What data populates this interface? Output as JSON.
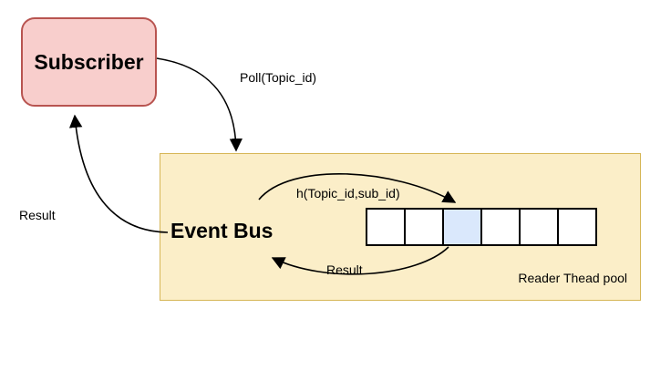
{
  "colors": {
    "subscriber-fill": "#F8CECC",
    "subscriber-border": "#B85450",
    "bus-fill": "#FBEEC8",
    "bus-border": "#D6B656",
    "cell-fill": "#FFFFFF",
    "cell-border": "#000000",
    "cell-highlight": "#DAE8FC",
    "arrow": "#000000"
  },
  "nodes": {
    "subscriber": {
      "label": "Subscriber"
    },
    "event_bus": {
      "label": "Event Bus"
    },
    "reader_pool": {
      "label": "Reader Thead pool",
      "cell_count": 6,
      "highlighted_cell_index": 2
    }
  },
  "edges": {
    "poll": {
      "label": "Poll(Topic_id)"
    },
    "result_to_subscriber": {
      "label": "Result"
    },
    "hash": {
      "label": "h(Topic_id,sub_id)"
    },
    "result_to_bus": {
      "label": "Result"
    }
  }
}
